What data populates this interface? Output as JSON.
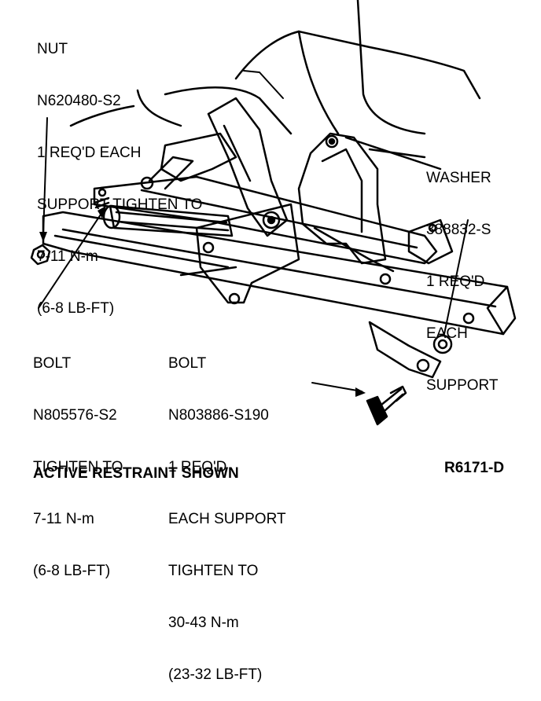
{
  "callouts": {
    "nut": [
      "NUT",
      "N620480-S2",
      "1 REQ'D EACH",
      "SUPPORT TIGHTEN TO",
      "7-11 N-m",
      "(6-8 LB-FT)"
    ],
    "washer": [
      "WASHER",
      "388832-S",
      "1 REQ'D",
      "EACH",
      "SUPPORT"
    ],
    "bolt_left": [
      "BOLT",
      "N805576-S2",
      "TIGHTEN TO",
      "7-11 N-m",
      "(6-8 LB-FT)"
    ],
    "bolt_right": [
      "BOLT",
      "N803886-S190",
      "1 REQ'D",
      "EACH SUPPORT",
      "TIGHTEN TO",
      "30-43 N-m",
      "(23-32 LB-FT)"
    ]
  },
  "caption": "ACTIVE RESTRAINT SHOWN",
  "figure_code": "R6171-D"
}
